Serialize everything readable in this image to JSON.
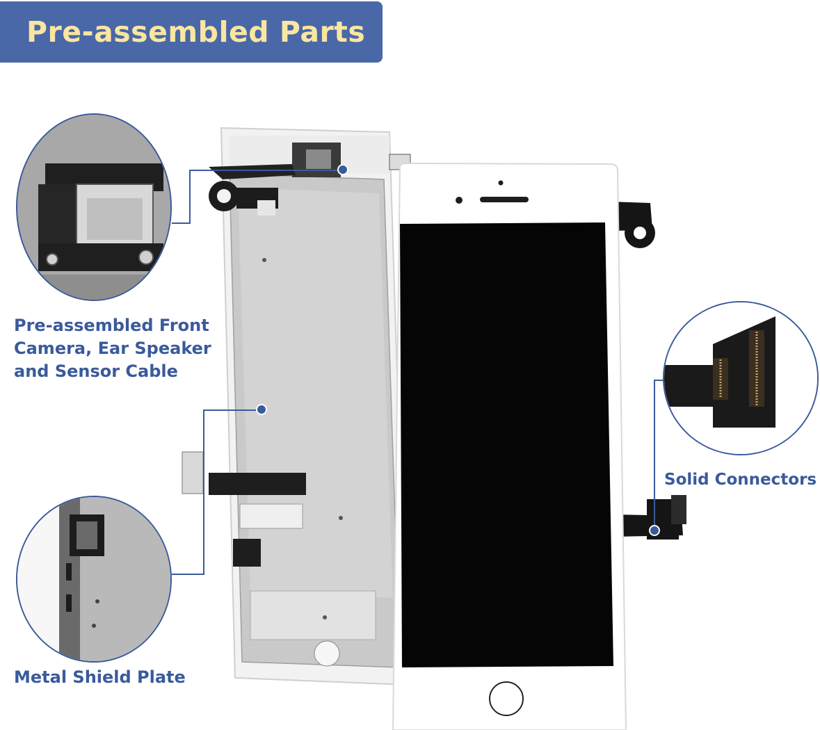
{
  "banner": {
    "title": "Pre-assembled Parts",
    "bg_color": "#4a68a8",
    "text_color": "#f9e6a0"
  },
  "labels": {
    "front_camera": [
      "Pre-assembled Front",
      "Camera, Ear Speaker",
      "and Sensor Cable"
    ],
    "metal_shield": "Metal Shield Plate",
    "solid_connectors": "Solid Connectors"
  },
  "accent_color": "#3a5a9b",
  "callouts": [
    {
      "name": "front-camera-closeup",
      "icon": "camera-speaker-closeup"
    },
    {
      "name": "metal-shield-closeup",
      "icon": "shield-edge-closeup"
    },
    {
      "name": "connectors-closeup",
      "icon": "flex-connector-closeup"
    }
  ],
  "product": {
    "description_icon": "phone-lcd-assembly",
    "screen_color": "#050505",
    "frame_color": "#ffffff"
  }
}
